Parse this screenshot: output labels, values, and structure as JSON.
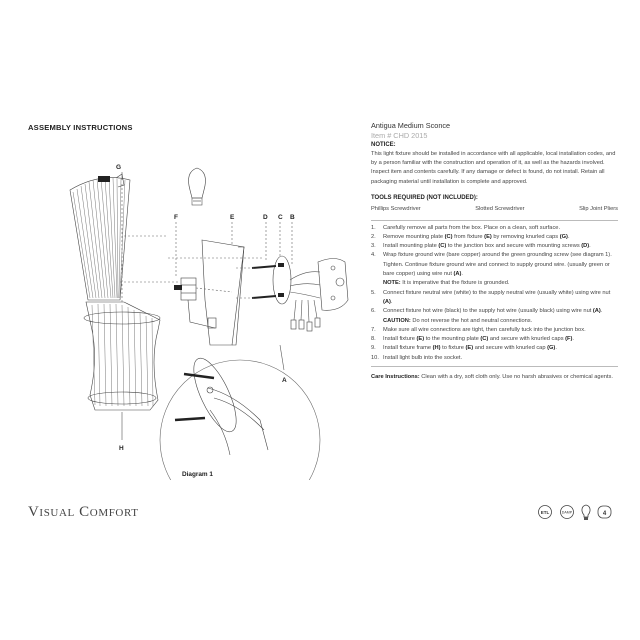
{
  "left": {
    "title": "ASSEMBLY INSTRUCTIONS",
    "diagram_caption": "Diagram 1",
    "brand": "Visual Comfort",
    "labels": {
      "G": "G",
      "F": "F",
      "E": "E",
      "D": "D",
      "C": "C",
      "B": "B",
      "A": "A",
      "H": "H"
    }
  },
  "right": {
    "product": "Antigua Medium Sconce",
    "item": "Item # CHD 2015",
    "notice_heading": "NOTICE:",
    "notice_text": "This light fixture should be installed in accordance with all applicable, local installation codes, and by a person familiar with the construction and operation of it, as well as the hazards involved. Inspect item and contents carefully. If any damage or defect is found, do not install. Retain all packaging material until installation is complete and approved.",
    "tools_heading": "TOOLS REQUIRED (NOT INCLUDED):",
    "tools": [
      "Phillips Screwdriver",
      "Slotted Screwdriver",
      "Slip Joint Pliers"
    ],
    "steps": [
      {
        "n": "1.",
        "segs": [
          {
            "t": "Carefully remove all parts from the box. Place on a clean, soft surface."
          }
        ]
      },
      {
        "n": "2.",
        "segs": [
          {
            "t": "Remove mounting plate "
          },
          {
            "t": "(C)",
            "b": true
          },
          {
            "t": " from fixture "
          },
          {
            "t": "(E)",
            "b": true
          },
          {
            "t": " by removing knurled caps "
          },
          {
            "t": "(G)",
            "b": true
          },
          {
            "t": "."
          }
        ]
      },
      {
        "n": "3.",
        "segs": [
          {
            "t": "Install mounting plate "
          },
          {
            "t": "(C)",
            "b": true
          },
          {
            "t": " to the junction box and secure with mounting screws "
          },
          {
            "t": "(D)",
            "b": true
          },
          {
            "t": "."
          }
        ]
      },
      {
        "n": "4.",
        "segs": [
          {
            "t": "Wrap fixture ground wire (bare copper) around the green grounding screw (see diagram 1). Tighten. Continue fixture ground wire and connect to supply ground wire. (usually green or bare copper) using wire nut "
          },
          {
            "t": "(A)",
            "b": true
          },
          {
            "t": "."
          }
        ],
        "note": [
          {
            "t": "NOTE:",
            "b": true
          },
          {
            "t": " It is imperative that the fixture is grounded."
          }
        ]
      },
      {
        "n": "5.",
        "segs": [
          {
            "t": "Connect fixture neutral wire (white) to the supply neutral wire (usually white) using wire nut "
          },
          {
            "t": "(A)",
            "b": true
          },
          {
            "t": "."
          }
        ]
      },
      {
        "n": "6.",
        "segs": [
          {
            "t": "Connect fixture hot wire (black) to the supply hot wire (usually black) using wire nut "
          },
          {
            "t": "(A)",
            "b": true
          },
          {
            "t": "."
          }
        ],
        "note": [
          {
            "t": "CAUTION:",
            "b": true
          },
          {
            "t": " Do not reverse the hot and neutral connections."
          }
        ]
      },
      {
        "n": "7.",
        "segs": [
          {
            "t": "Make sure all wire connections are tight, then carefully tuck into the junction box."
          }
        ]
      },
      {
        "n": "8.",
        "segs": [
          {
            "t": "Install fixture "
          },
          {
            "t": "(E)",
            "b": true
          },
          {
            "t": " to the mounting plate "
          },
          {
            "t": "(C)",
            "b": true
          },
          {
            "t": " and secure with knurled caps "
          },
          {
            "t": "(F)",
            "b": true
          },
          {
            "t": "."
          }
        ]
      },
      {
        "n": "9.",
        "segs": [
          {
            "t": "Install fixture frame "
          },
          {
            "t": "(H)",
            "b": true
          },
          {
            "t": " to fixture "
          },
          {
            "t": "(E)",
            "b": true
          },
          {
            "t": " and secure with knurled cap "
          },
          {
            "t": "(G)",
            "b": true
          },
          {
            "t": "."
          }
        ]
      },
      {
        "n": "10.",
        "segs": [
          {
            "t": "Install light bulb into the socket."
          }
        ]
      }
    ],
    "care_heading": "Care Instructions:",
    "care_text": " Clean with a dry, soft cloth only. Use no harsh abrasives or chemical agents."
  },
  "icons": [
    "etl-listed-icon",
    "damp-location-icon",
    "bulb-icon",
    "bulb-count-badge"
  ],
  "icon_texts": {
    "etl": "ETL",
    "damp": "DAMP",
    "count": "4"
  }
}
